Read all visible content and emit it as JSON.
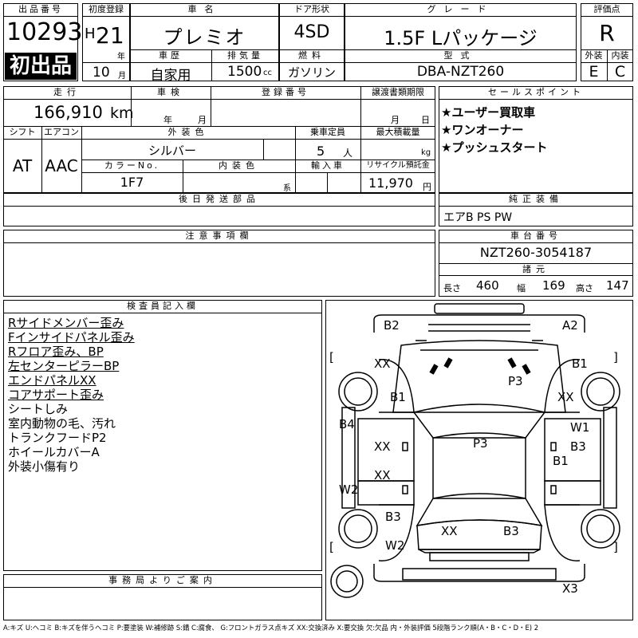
{
  "headers": {
    "lot_no": "出品番号",
    "first_reg": "初度登録",
    "car_name": "車名",
    "door": "ドア形状",
    "grade": "グレード",
    "score": "評価点",
    "history": "車歴",
    "displacement": "排気量",
    "fuel": "燃料",
    "model": "型式",
    "exterior": "外装",
    "interior": "内装",
    "mileage": "走行",
    "inspection": "車検",
    "reg_no": "登録番号",
    "transfer_doc": "譲渡書類期限",
    "sales_points": "セールスポイント",
    "shift": "シフト",
    "aircon": "エアコン",
    "ext_color": "外装色",
    "capacity": "乗車定員",
    "max_load": "最大積載量",
    "color_no": "カラーNo.",
    "int_color": "内装色",
    "import": "輸入車",
    "recycle": "リサイクル預託金",
    "later_parts": "後日発送部品",
    "genuine_equip": "純正装備",
    "notes": "注意事項欄",
    "chassis_no": "車台番号",
    "specs": "諸元",
    "inspector": "検査員記入欄",
    "office": "事務局よりご案内"
  },
  "lot_no": "10293",
  "first_listing_badge": "初出品",
  "first_reg_era": "H",
  "first_reg_year": "21",
  "first_reg_year_unit": "年",
  "first_reg_month": "10",
  "first_reg_month_unit": "月",
  "car_name": "プレミオ",
  "door": "4SD",
  "grade": "1.5F Lパッケージ",
  "score": "R",
  "history": "自家用",
  "displacement": "1500",
  "displacement_unit": "cc",
  "fuel": "ガソリン",
  "model": "DBA-NZT260",
  "exterior_grade": "E",
  "interior_grade": "C",
  "mileage": "166,910",
  "mileage_unit": "km",
  "inspection_year_unit": "年",
  "inspection_month_unit": "月",
  "transfer_month_unit": "月",
  "transfer_day_unit": "日",
  "sales_points": [
    "★ユーザー買取車",
    "★ワンオーナー",
    "★プッシュスタート"
  ],
  "shift": "AT",
  "aircon": "AAC",
  "ext_color": "シルバー",
  "capacity": "5",
  "capacity_unit": "人",
  "load_unit": "kg",
  "color_no": "1F7",
  "int_color_suffix": "系",
  "recycle": "11,970",
  "recycle_unit": "円",
  "genuine_equip": "エアB PS PW",
  "chassis_no": "NZT260-3054187",
  "spec_length_label": "長さ",
  "spec_length": "460",
  "spec_width_label": "幅",
  "spec_width": "169",
  "spec_height_label": "高さ",
  "spec_height": "147",
  "inspector_notes": [
    "Rサイドメンバー歪み",
    "Fインサイドパネル歪み",
    "Rフロア歪み、BP",
    "左センターピラーBP",
    "エンドパネルXX",
    "コアサポート歪み",
    "シートしみ",
    "室内動物の毛、汚れ",
    "トランクフードP2",
    "ホイールカバーA",
    "外装小傷有り"
  ],
  "diagram_labels": {
    "b2": "B2",
    "a2": "A2",
    "xx_lf": "XX",
    "b1_rf": "B1",
    "p3_hood": "P3",
    "b1_hood": "B1",
    "xx_rf2": "XX",
    "b4": "B4",
    "w1": "W1",
    "xx_ld": "XX",
    "p3_roof": "P3",
    "b3_rd": "B3",
    "b1_rd": "B1",
    "xx_lr": "XX",
    "w2_l": "W2",
    "b3_lr": "B3",
    "xx_trunk": "XX",
    "b3_trunk": "B3",
    "w2_lrw": "W2",
    "x3": "X3"
  },
  "bracket_left": "[",
  "bracket_right": "]",
  "legend": "A:キズ U:ヘコミ B:キズを伴うヘコミ P:要塗装 W:補修跡 S:錆 C:腐食、 G:フロントガラス点キズ XX:交換済み X:要交換 欠:欠品 内・外装評価 5段階ランク順(A・B・C・D・E) 2"
}
